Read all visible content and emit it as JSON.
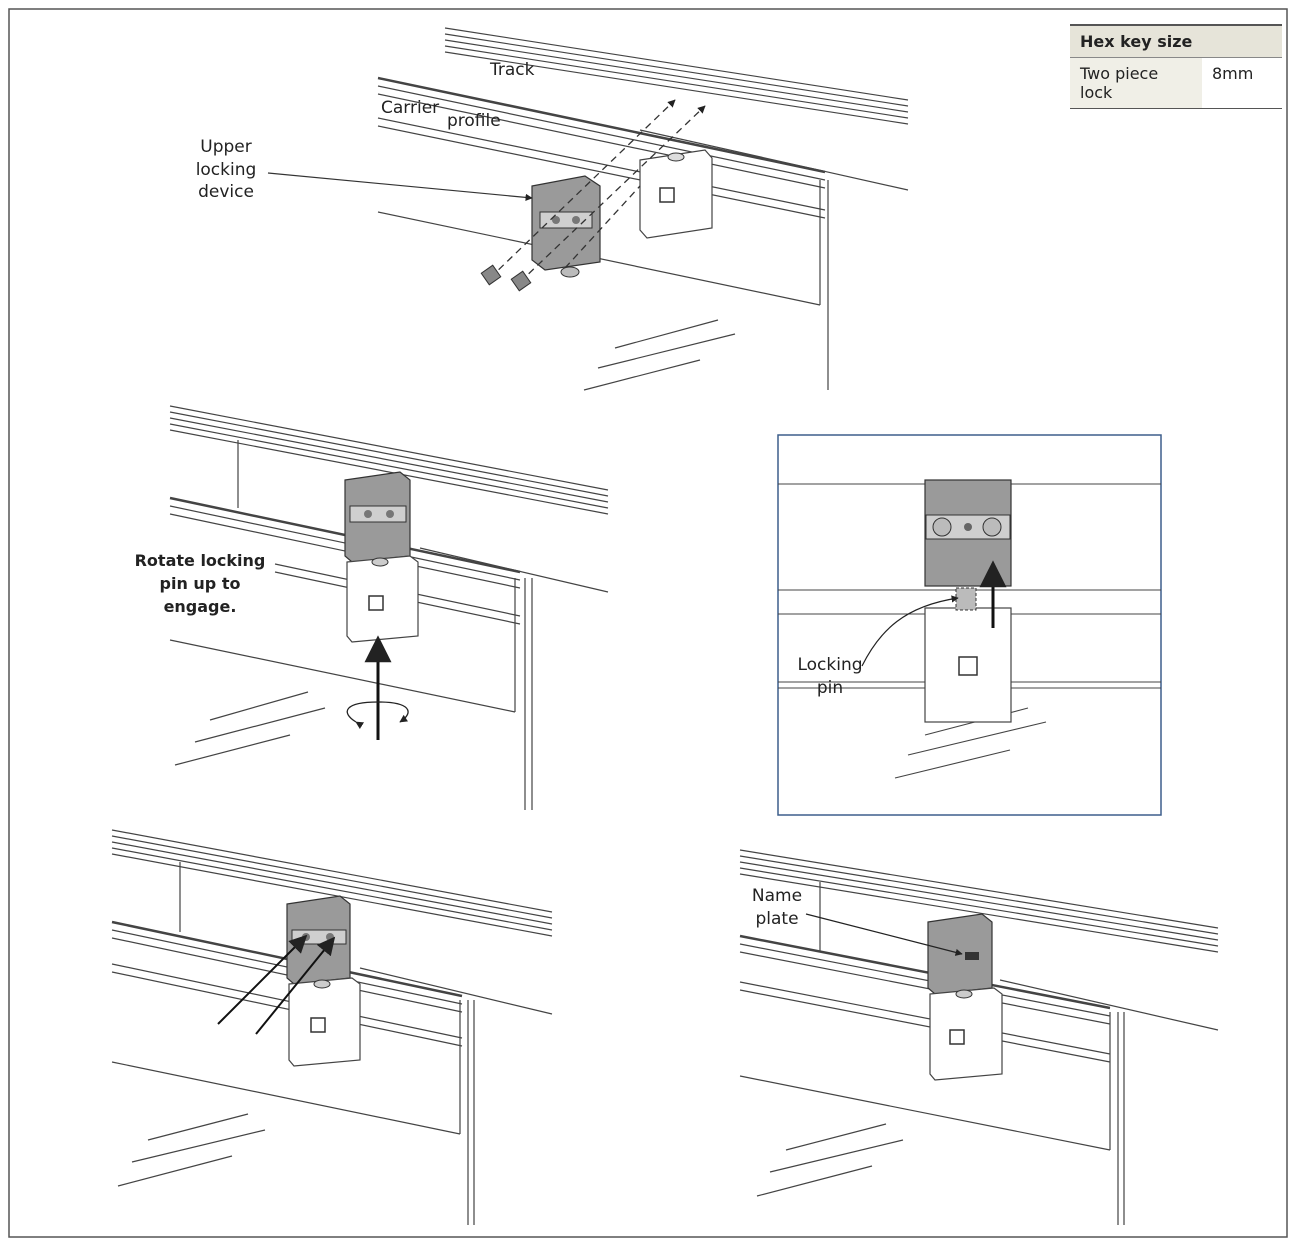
{
  "hex_key_table": {
    "header": "Hex key size",
    "row_name": "Two piece lock",
    "row_value": "8mm"
  },
  "step1": {
    "track_label": "Track",
    "carrier_profile_label_a": "Carrier",
    "carrier_profile_label_b": "profile",
    "upper_locking_device_label": [
      "Upper",
      "locking",
      "device"
    ]
  },
  "step2": {
    "instruction": [
      "Rotate locking",
      "pin up to",
      "engage."
    ]
  },
  "detail": {
    "locking_pin_label": [
      "Locking",
      "pin"
    ]
  },
  "step4": {
    "name_plate_label": [
      "Name",
      "plate"
    ]
  },
  "colors": {
    "line": "#333333",
    "device_grey": "#9a9a9a",
    "detail_frame": "#3d5e8c",
    "table_header": "#e6e4d9"
  }
}
